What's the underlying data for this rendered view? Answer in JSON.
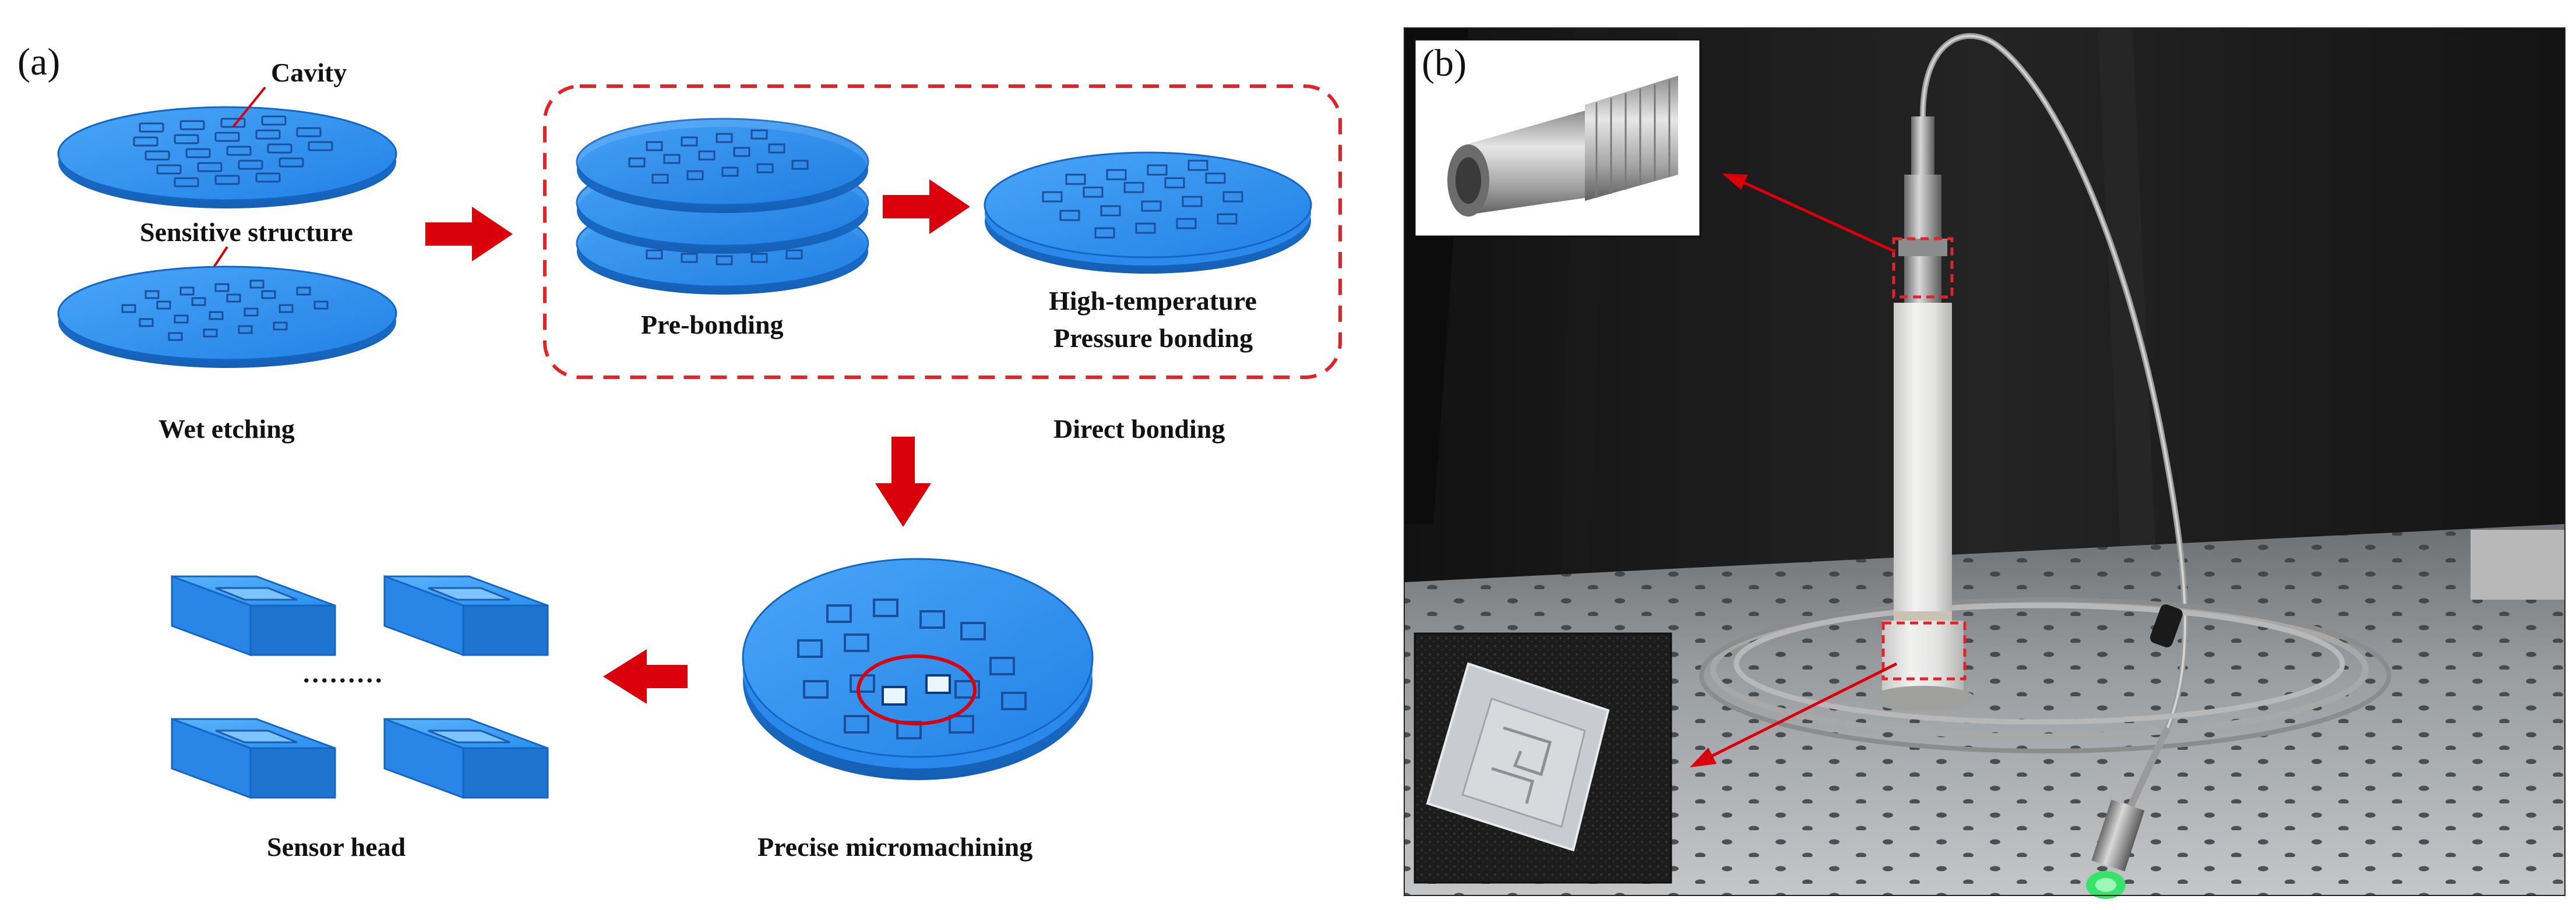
{
  "panel_a": {
    "label": "(a)",
    "cavity_label": "Cavity",
    "sensitive_label": "Sensitive structure",
    "wet_etching_label": "Wet etching",
    "pre_bonding_label": "Pre-bonding",
    "high_temp_label_line1": "High-temperature",
    "high_temp_label_line2": "Pressure bonding",
    "direct_bonding_label": "Direct bonding",
    "micromachining_label": "Precise micromachining",
    "sensor_head_label": "Sensor head",
    "ellipsis": "........."
  },
  "panel_b": {
    "label": "(b)"
  },
  "colors": {
    "wafer_fill": "#2a8ff0",
    "wafer_edge": "#1466c4",
    "wafer_light": "#57abf7",
    "arrow": "#d9000c",
    "dash": "#e2232a"
  }
}
